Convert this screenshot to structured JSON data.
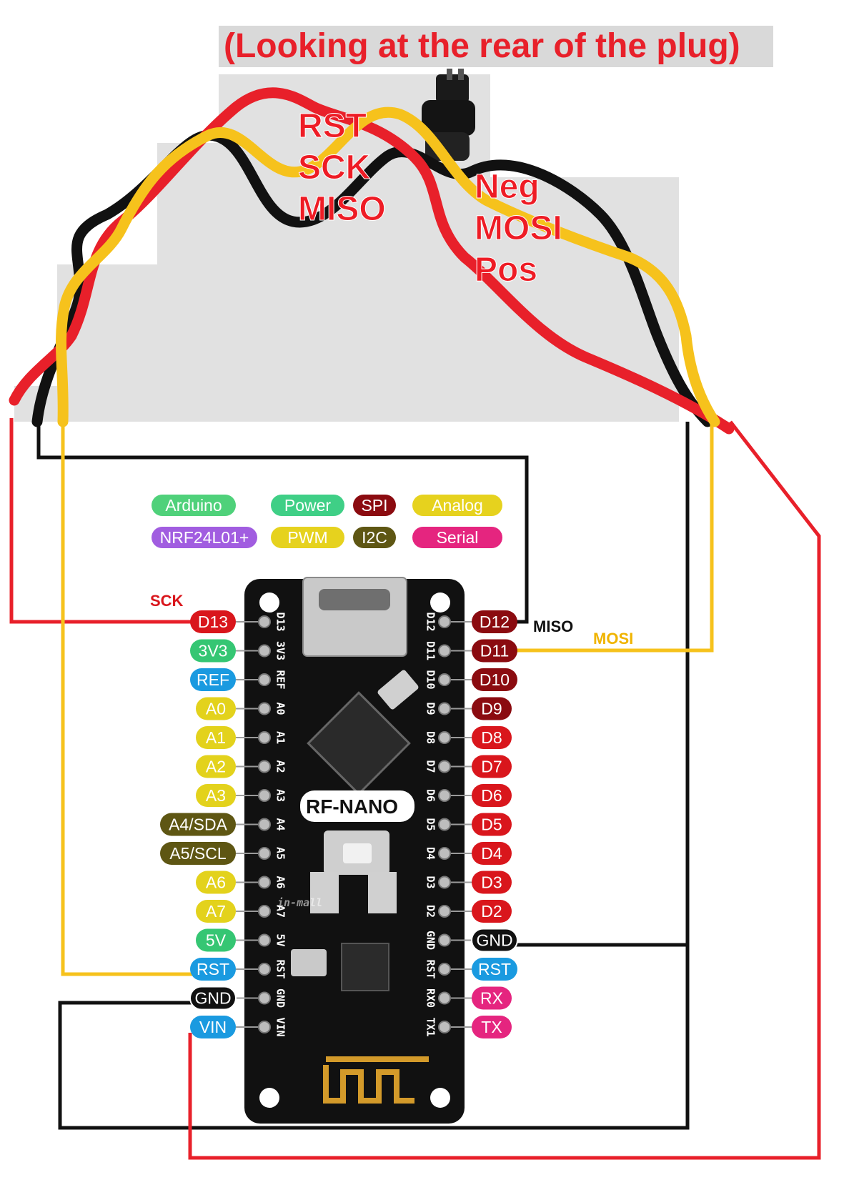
{
  "title": "(Looking at the rear of the plug)",
  "plug_labels": {
    "left": [
      "RST",
      "SCK",
      "MISO"
    ],
    "right": [
      "Neg",
      "MOSI",
      "Pos"
    ]
  },
  "wire_labels": {
    "sck": "SCK",
    "miso": "MISO",
    "mosi": "MOSI"
  },
  "legend": [
    {
      "label": "Arduino",
      "color": "#4fd17a"
    },
    {
      "label": "Power",
      "color": "#3fcf86"
    },
    {
      "label": "SPI",
      "color": "#8b0b10"
    },
    {
      "label": "Analog",
      "color": "#e6d21e"
    },
    {
      "label": "NRF24L01+",
      "color": "#a15de0"
    },
    {
      "label": "PWM",
      "color": "#e6d21e"
    },
    {
      "label": "I2C",
      "color": "#5e5613"
    },
    {
      "label": "Serial",
      "color": "#e5257f"
    }
  ],
  "board": {
    "name": "RF-NANO",
    "watermark": "in-mall",
    "left_pins": [
      {
        "label": "D13",
        "silk": "D13",
        "color": "#d9161c"
      },
      {
        "label": "3V3",
        "silk": "3V3",
        "color": "#35c673"
      },
      {
        "label": "REF",
        "silk": "REF",
        "color": "#1a9ae0"
      },
      {
        "label": "A0",
        "silk": "A0",
        "color": "#e3d21c"
      },
      {
        "label": "A1",
        "silk": "A1",
        "color": "#e3d21c"
      },
      {
        "label": "A2",
        "silk": "A2",
        "color": "#e3d21c"
      },
      {
        "label": "A3",
        "silk": "A3",
        "color": "#e3d21c"
      },
      {
        "label": "A4/SDA",
        "silk": "A4",
        "color": "#5e5613"
      },
      {
        "label": "A5/SCL",
        "silk": "A5",
        "color": "#5e5613"
      },
      {
        "label": "A6",
        "silk": "A6",
        "color": "#e3d21c"
      },
      {
        "label": "A7",
        "silk": "A7",
        "color": "#e3d21c"
      },
      {
        "label": "5V",
        "silk": "5V",
        "color": "#35c673"
      },
      {
        "label": "RST",
        "silk": "RST",
        "color": "#1a9ae0"
      },
      {
        "label": "GND",
        "silk": "GND",
        "color": "#111111"
      },
      {
        "label": "VIN",
        "silk": "VIN",
        "color": "#1a9ae0"
      }
    ],
    "right_pins": [
      {
        "label": "D12",
        "silk": "D12",
        "color": "#8b0b10"
      },
      {
        "label": "D11",
        "silk": "D11",
        "color": "#8b0b10"
      },
      {
        "label": "D10",
        "silk": "D10",
        "color": "#8b0b10"
      },
      {
        "label": "D9",
        "silk": "D9",
        "color": "#8b0b10"
      },
      {
        "label": "D8",
        "silk": "D8",
        "color": "#d9161c"
      },
      {
        "label": "D7",
        "silk": "D7",
        "color": "#d9161c"
      },
      {
        "label": "D6",
        "silk": "D6",
        "color": "#d9161c"
      },
      {
        "label": "D5",
        "silk": "D5",
        "color": "#d9161c"
      },
      {
        "label": "D4",
        "silk": "D4",
        "color": "#d9161c"
      },
      {
        "label": "D3",
        "silk": "D3",
        "color": "#d9161c"
      },
      {
        "label": "D2",
        "silk": "D2",
        "color": "#d9161c"
      },
      {
        "label": "GND",
        "silk": "GND",
        "color": "#111111"
      },
      {
        "label": "RST",
        "silk": "RST",
        "color": "#1a9ae0"
      },
      {
        "label": "RX",
        "silk": "RX0",
        "color": "#e5257f"
      },
      {
        "label": "TX",
        "silk": "TX1",
        "color": "#e5257f"
      }
    ]
  },
  "colors": {
    "wire_red": "#e8202a",
    "wire_black": "#111111",
    "wire_yellow": "#f6c21c",
    "board": "#111111"
  }
}
